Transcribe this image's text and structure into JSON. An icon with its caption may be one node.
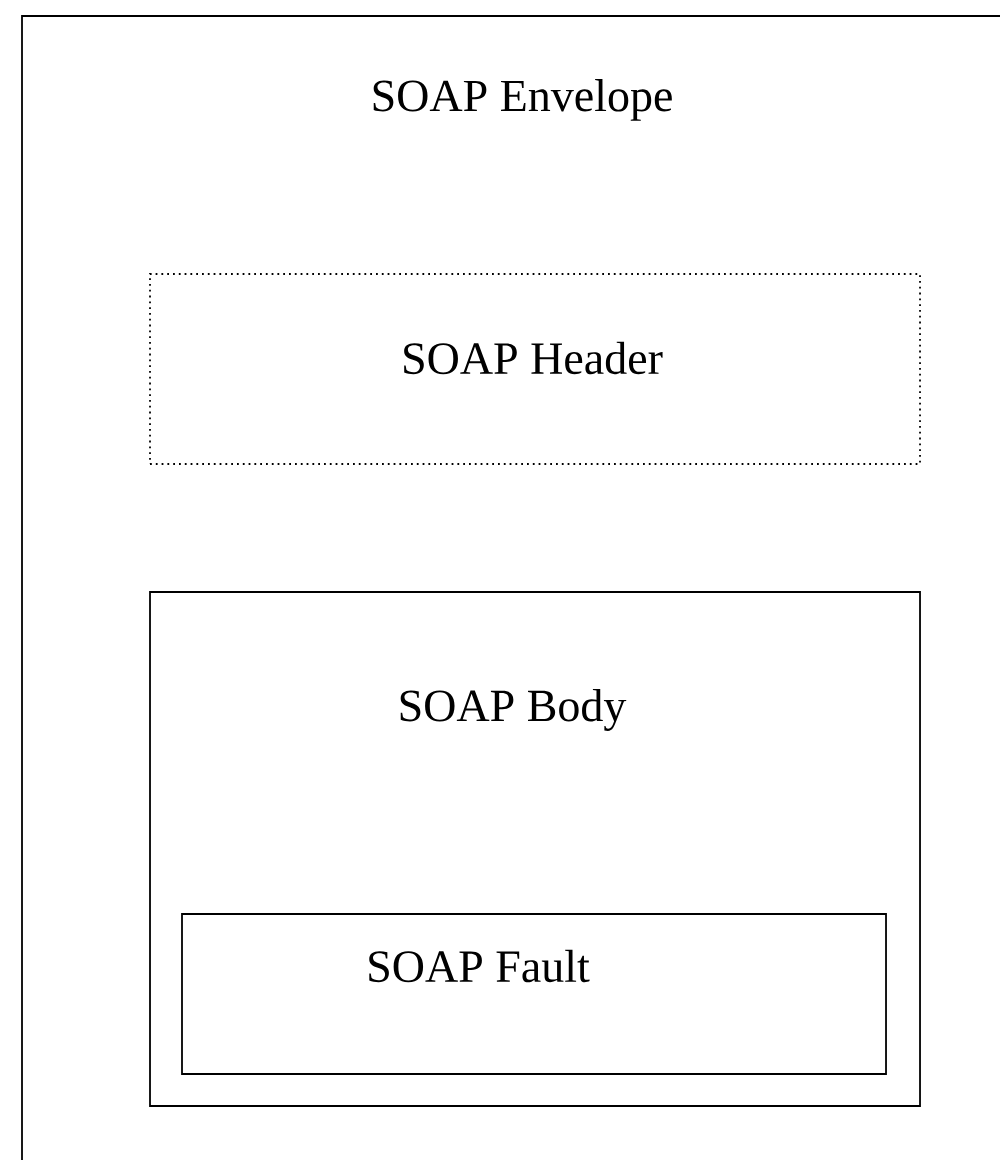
{
  "diagram": {
    "nodes": [
      {
        "text": [
          "SOAP Envelope"
        ]
      },
      {
        "text": [
          "SOAP Header"
        ],
        "in": 0
      },
      {
        "text": [
          "SOAP Body"
        ],
        "in": 0
      },
      {
        "text": [
          "SOAP Fault"
        ],
        "in": 2
      }
    ]
  }
}
